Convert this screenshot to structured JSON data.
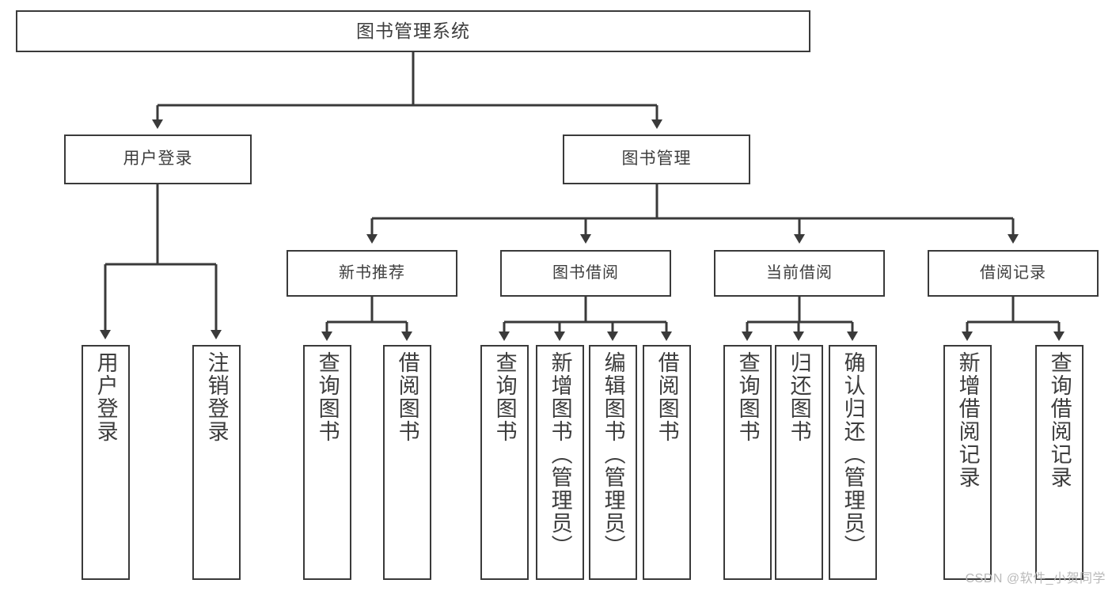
{
  "diagram": {
    "title": "图书管理系统",
    "root": {
      "label": "图书管理系统"
    },
    "level2": [
      {
        "label": "用户登录"
      },
      {
        "label": "图书管理"
      }
    ],
    "level3": [
      {
        "label": "新书推荐"
      },
      {
        "label": "图书借阅"
      },
      {
        "label": "当前借阅"
      },
      {
        "label": "借阅记录"
      }
    ],
    "leaves": {
      "user_login": [
        {
          "label": "用户登录"
        },
        {
          "label": "注销登录"
        }
      ],
      "new_book_recommend": [
        {
          "label": "查询图书"
        },
        {
          "label": "借阅图书"
        }
      ],
      "book_borrow": [
        {
          "label": "查询图书"
        },
        {
          "label": "新增图书（管理员）"
        },
        {
          "label": "编辑图书（管理员）"
        },
        {
          "label": "借阅图书"
        }
      ],
      "current_borrow": [
        {
          "label": "查询图书"
        },
        {
          "label": "归还图书"
        },
        {
          "label": "确认归还（管理员）"
        }
      ],
      "borrow_records": [
        {
          "label": "新增借阅记录"
        },
        {
          "label": "查询借阅记录"
        }
      ]
    }
  },
  "watermark": {
    "text": "CSDN @软件_小贺同学"
  },
  "colors": {
    "stroke": "#3a3a3a",
    "text": "#3d3d3d",
    "background": "#ffffff",
    "watermark": "#b9b9b9"
  }
}
